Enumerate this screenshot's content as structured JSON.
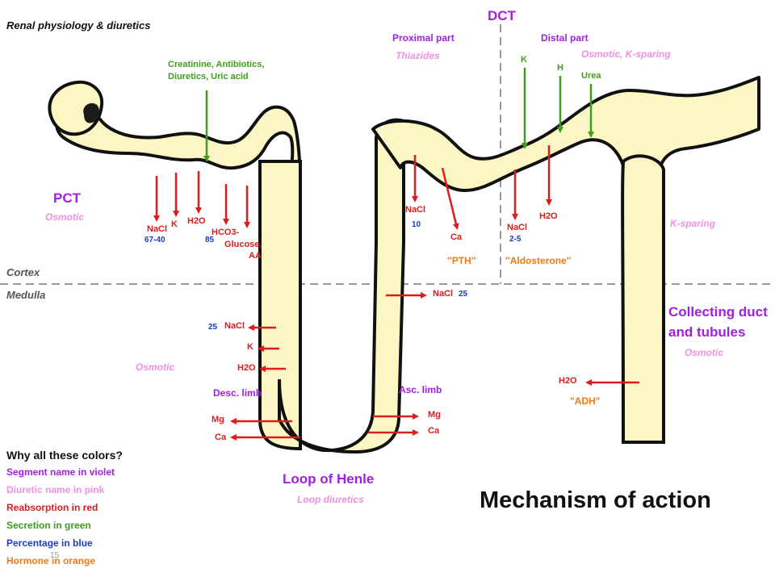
{
  "title": "Renal physiology & diuretics",
  "segments": {
    "pct": {
      "name": "PCT",
      "diuretic": "Osmotic"
    },
    "dct": {
      "name": "DCT",
      "proximal": "Proximal part",
      "proximal_diuretic": "Thiazides",
      "distal": "Distal part",
      "distal_diuretic": "Osmotic, K-sparing"
    },
    "loop": {
      "name": "Loop of Henle",
      "diuretic": "Loop diuretics",
      "desc": "Desc. limb",
      "asc": "Asc. limb",
      "desc_diuretic": "Osmotic"
    },
    "collecting": {
      "name_line1": "Collecting duct",
      "name_line2": "and tubules",
      "diuretic": "Osmotic",
      "k_sparing": "K-sparing"
    }
  },
  "zones": {
    "cortex": "Cortex",
    "medulla": "Medulla"
  },
  "secretion": {
    "pct": [
      "Creatinine, Antibiotics,",
      "Diuretics, Uric acid"
    ],
    "dct_k": "K",
    "dct_h": "H",
    "dct_urea": "Urea"
  },
  "pct_reabsorption": {
    "nacl": "NaCl",
    "nacl_pct": "67-40",
    "k": "K",
    "h2o": "H2O",
    "hco3": "HCO3-",
    "hco3_pct": "85",
    "glucose": "Glucose,",
    "aa": "AA"
  },
  "dct_reabsorption": {
    "nacl_prox": "NaCl",
    "nacl_prox_pct": "10",
    "ca": "Ca",
    "pth": "\"PTH\"",
    "nacl_dist": "NaCl",
    "nacl_dist_pct": "2-5",
    "aldosterone": "\"Aldosterone\"",
    "h2o": "H2O"
  },
  "loop_reabsorption": {
    "nacl_desc_pct": "25",
    "nacl_desc": "NaCl",
    "k": "K",
    "h2o": "H2O",
    "mg_desc": "Mg",
    "ca_desc": "Ca",
    "mg_asc": "Mg",
    "ca_asc": "Ca",
    "nacl_asc": "NaCl",
    "nacl_asc_pct": "25"
  },
  "collecting_reabsorption": {
    "h2o": "H2O",
    "adh": "\"ADH\""
  },
  "legend": {
    "title": "Why all these colors?",
    "items": [
      {
        "label": "Segment name in violet",
        "color": "#a21ee0"
      },
      {
        "label": "Diuretic name in pink",
        "color": "#f08fe3"
      },
      {
        "label": "Reabsorption in red",
        "color": "#e01b1b"
      },
      {
        "label": "Secretion in green",
        "color": "#3d9e1c"
      },
      {
        "label": "Percentage in blue",
        "color": "#1a3cc9"
      },
      {
        "label": "Hormone in orange",
        "color": "#f07a12"
      }
    ]
  },
  "slide_title": "Mechanism of action",
  "page_number": "15",
  "colors": {
    "tubule": "#fbf6c4",
    "outline": "#111111",
    "reabsorption": "#e01b1b",
    "secretion": "#3d9e1c"
  }
}
